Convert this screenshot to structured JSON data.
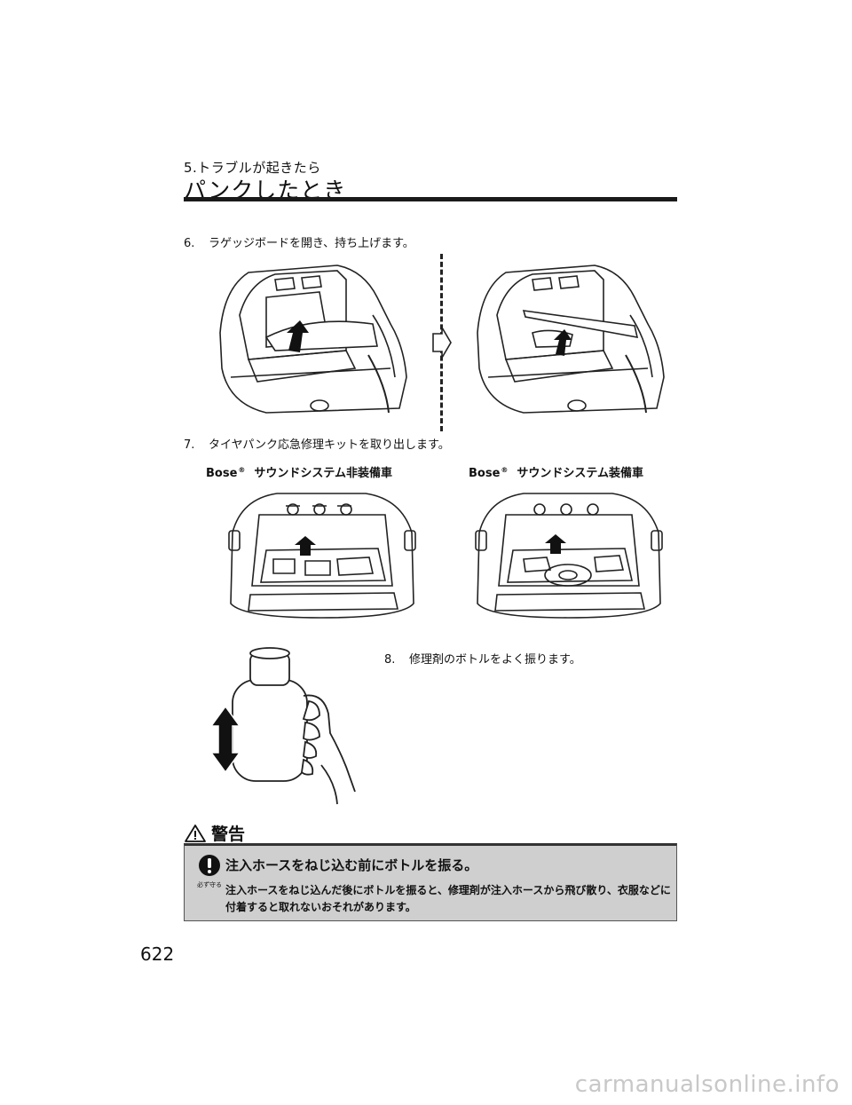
{
  "header": {
    "section": "5.トラブルが起きたら",
    "title": "パンクしたとき"
  },
  "steps": [
    {
      "number": "6.",
      "text": "ラゲッジボードを開き、持ち上げます。"
    },
    {
      "number": "7.",
      "text": "タイヤパンク応急修理キットを取り出します。"
    },
    {
      "number": "8.",
      "text": "修理剤のボトルをよく振ります。"
    }
  ],
  "captions": {
    "left": {
      "brand": "Bose",
      "mark": "®",
      "rest": "サウンドシステム非装備車"
    },
    "right": {
      "brand": "Bose",
      "mark": "®",
      "rest": "サウンドシステム装備車"
    }
  },
  "warning": {
    "heading": "警告",
    "badge_label": "必ず守る",
    "title": "注入ホースをねじ込む前にボトルを振る。",
    "body": "注入ホースをねじ込んだ後にボトルを振ると、修理剤が注入ホースから飛び散り、衣服などに付着すると取れないおそれがあります。"
  },
  "page_number": "622",
  "watermark": "carmanualsonline.info",
  "icons": [
    "arrow-up-icon",
    "arrow-right-icon",
    "double-arrow-icon",
    "warning-triangle-icon",
    "exclamation-icon"
  ],
  "colors": {
    "rule": "#1a1a1a",
    "warning_box": "#cfcfcf",
    "watermark": "#c8c8c8"
  }
}
